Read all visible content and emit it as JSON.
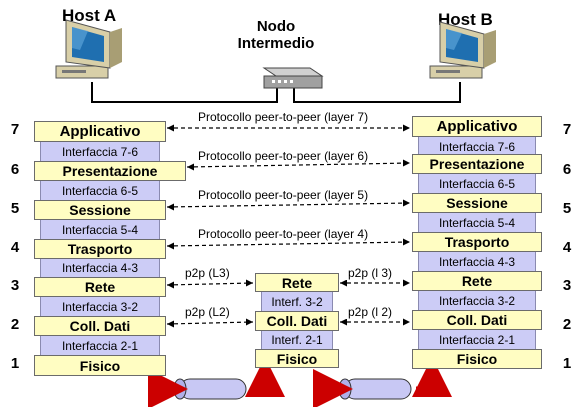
{
  "hosts": {
    "a_title": "Host A",
    "b_title": "Host B"
  },
  "node": {
    "title_line1": "Nodo",
    "title_line2": "Intermedio"
  },
  "layer_numbers": [
    "7",
    "6",
    "5",
    "4",
    "3",
    "2",
    "1"
  ],
  "host_layers": [
    "Applicativo",
    "Presentazione",
    "Sessione",
    "Trasporto",
    "Rete",
    "Coll. Dati",
    "Fisico"
  ],
  "host_interfaces": [
    "Interfaccia 7-6",
    "Interfaccia 6-5",
    "Interfaccia 5-4",
    "Interfaccia 4-3",
    "Interfaccia 3-2",
    "Interfaccia 2-1"
  ],
  "node_layers": [
    "Rete",
    "Coll. Dati",
    "Fisico"
  ],
  "node_interfaces": [
    "Interf. 3-2",
    "Interf. 2-1"
  ],
  "protocols": {
    "l7": "Protocollo peer-to-peer (layer 7)",
    "l6": "Protocollo peer-to-peer (layer 6)",
    "l5": "Protocollo peer-to-peer (layer 5)",
    "l4": "Protocollo peer-to-peer (layer 4)",
    "p2p_l3": "p2p (L3)",
    "p2p_l2": "p2p (L2)",
    "p2p_l3_b": "p2p (l 3)",
    "p2p_l2_b": "p2p (l 2)"
  },
  "colors": {
    "layer_fill": "#fffdc2",
    "iface_fill": "#ccccf6",
    "arrow": "#cc0000",
    "cable": "#c8c8f4"
  }
}
